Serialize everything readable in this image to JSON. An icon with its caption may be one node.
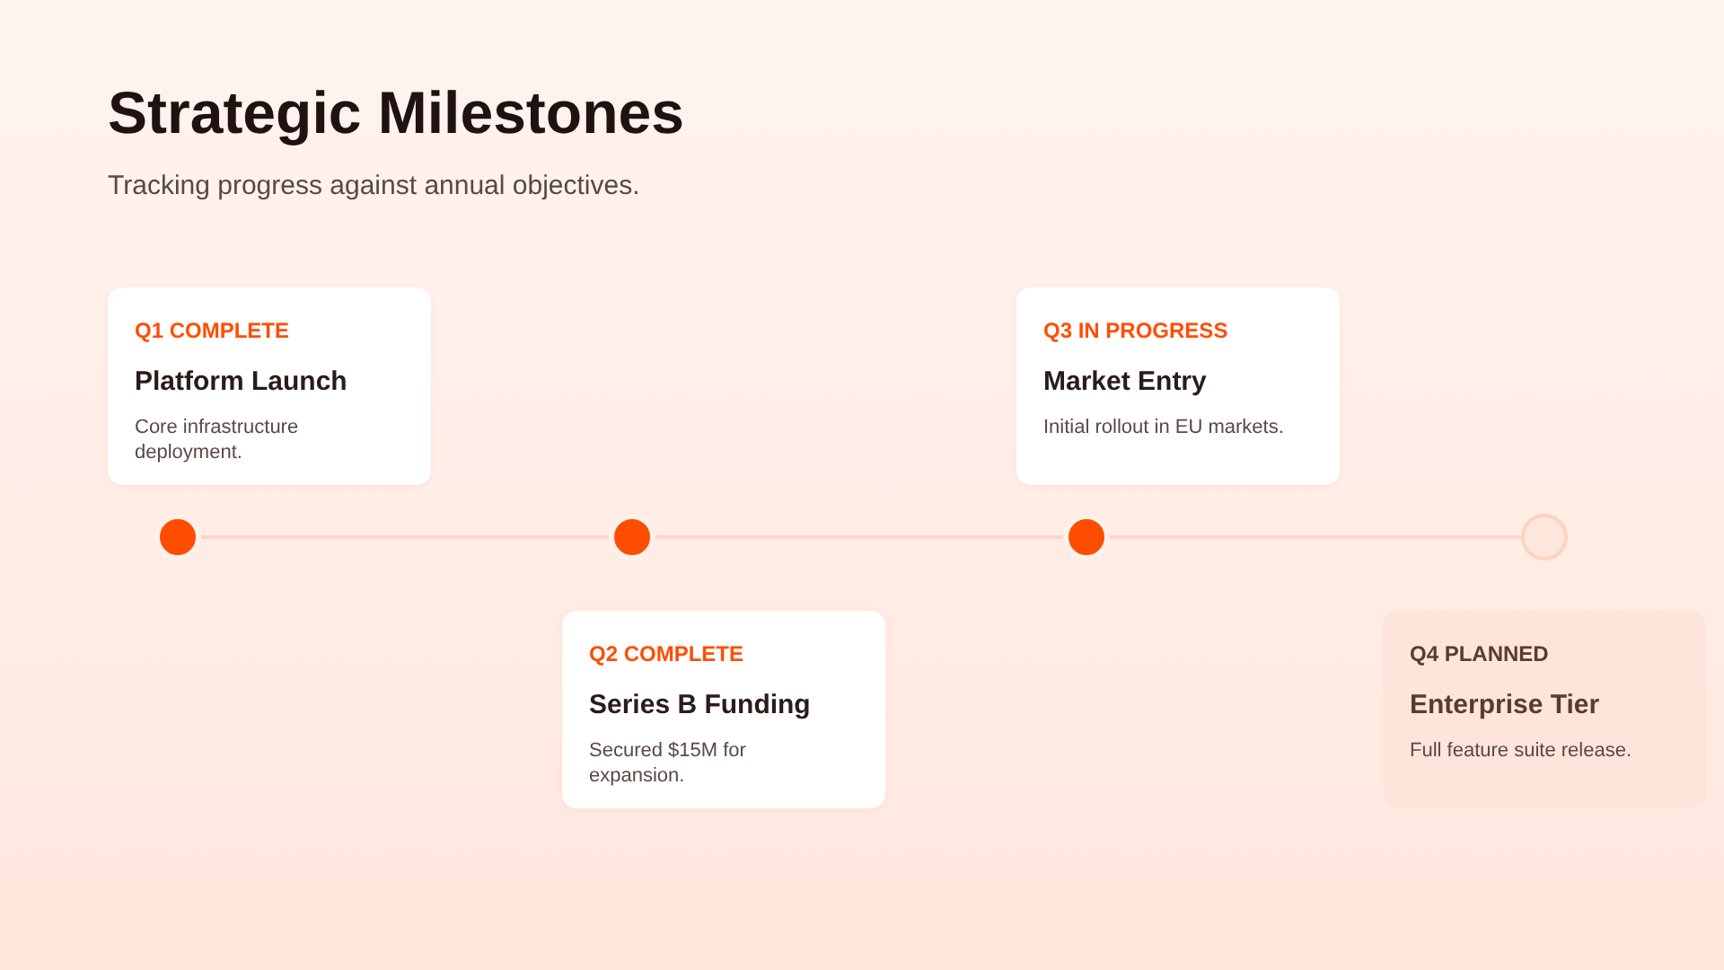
{
  "diagram": {
    "title": "Strategic Milestones",
    "caption": "Tracking progress against annual objectives.",
    "nodes": [
      {
        "text": [
          "Q1 COMPLETE",
          "Platform Launch",
          "Core infrastructure deployment."
        ]
      },
      {
        "text": [
          "Q2 COMPLETE",
          "Series B Funding",
          "Secured $15M for expansion."
        ]
      },
      {
        "text": [
          "Q3 IN PROGRESS",
          "Market Entry",
          "Initial rollout in EU markets."
        ]
      },
      {
        "text": [
          "Q4 PLANNED",
          "Enterprise Tier",
          "Full feature suite release."
        ]
      },
      {
        "text": [],
        "shape": "circle"
      },
      {
        "text": [],
        "shape": "circle"
      },
      {
        "text": [],
        "shape": "circle"
      },
      {
        "text": [],
        "shape": "circle"
      }
    ],
    "edges": [
      {
        "from": 4,
        "to": 5,
        "arrow": "none"
      },
      {
        "from": 5,
        "to": 6,
        "arrow": "none"
      },
      {
        "from": 6,
        "to": 7,
        "arrow": "none"
      }
    ]
  }
}
